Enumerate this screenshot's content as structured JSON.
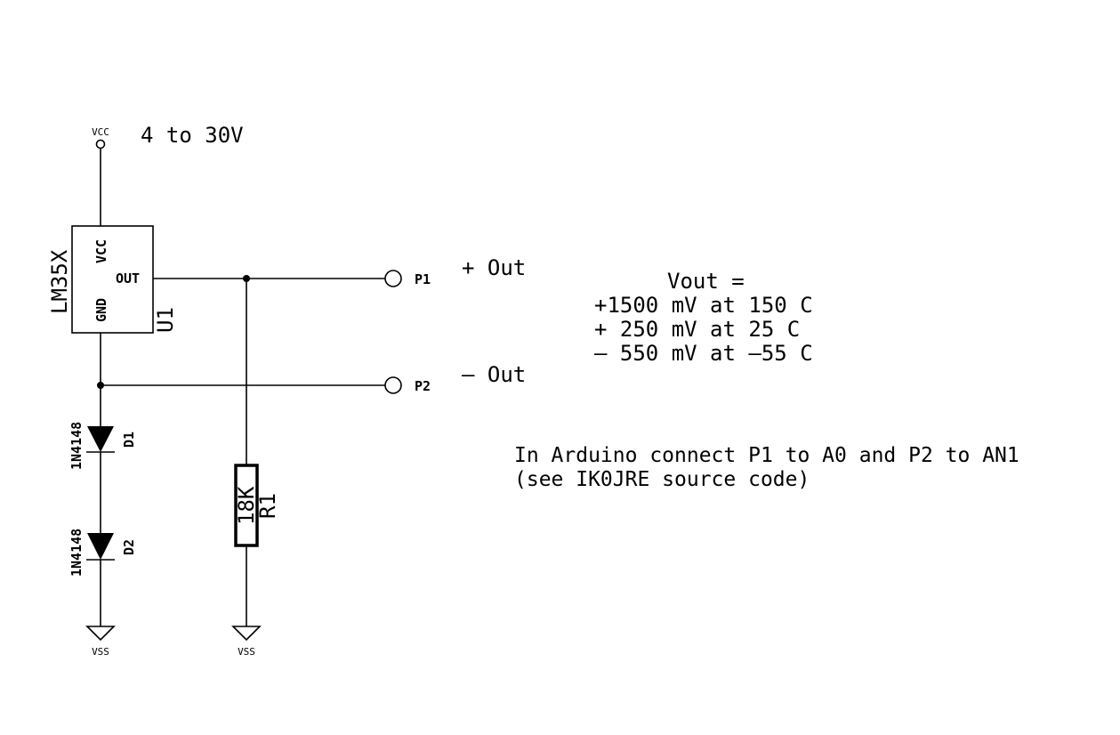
{
  "supply": {
    "net": "VCC",
    "range": "4 to 30V"
  },
  "u1": {
    "part": "LM35X",
    "ref": "U1",
    "pins": {
      "vcc": "VCC",
      "out": "OUT",
      "gnd": "GND"
    }
  },
  "d1": {
    "ref": "D1",
    "value": "1N4148"
  },
  "d2": {
    "ref": "D2",
    "value": "1N4148"
  },
  "r1": {
    "ref": "R1",
    "value": "18K"
  },
  "p1": {
    "ref": "P1",
    "label": "+ Out"
  },
  "p2": {
    "ref": "P2",
    "label": "– Out"
  },
  "vout": {
    "title": "Vout =",
    "lines": [
      "+1500 mV at 150 C",
      "+ 250 mV at 25 C",
      "– 550 mV at –55 C"
    ]
  },
  "note": {
    "line1": "In Arduino connect P1 to A0 and P2 to AN1",
    "line2": "(see IK0JRE source code)"
  },
  "ground": {
    "left": "VSS",
    "right": "VSS"
  }
}
